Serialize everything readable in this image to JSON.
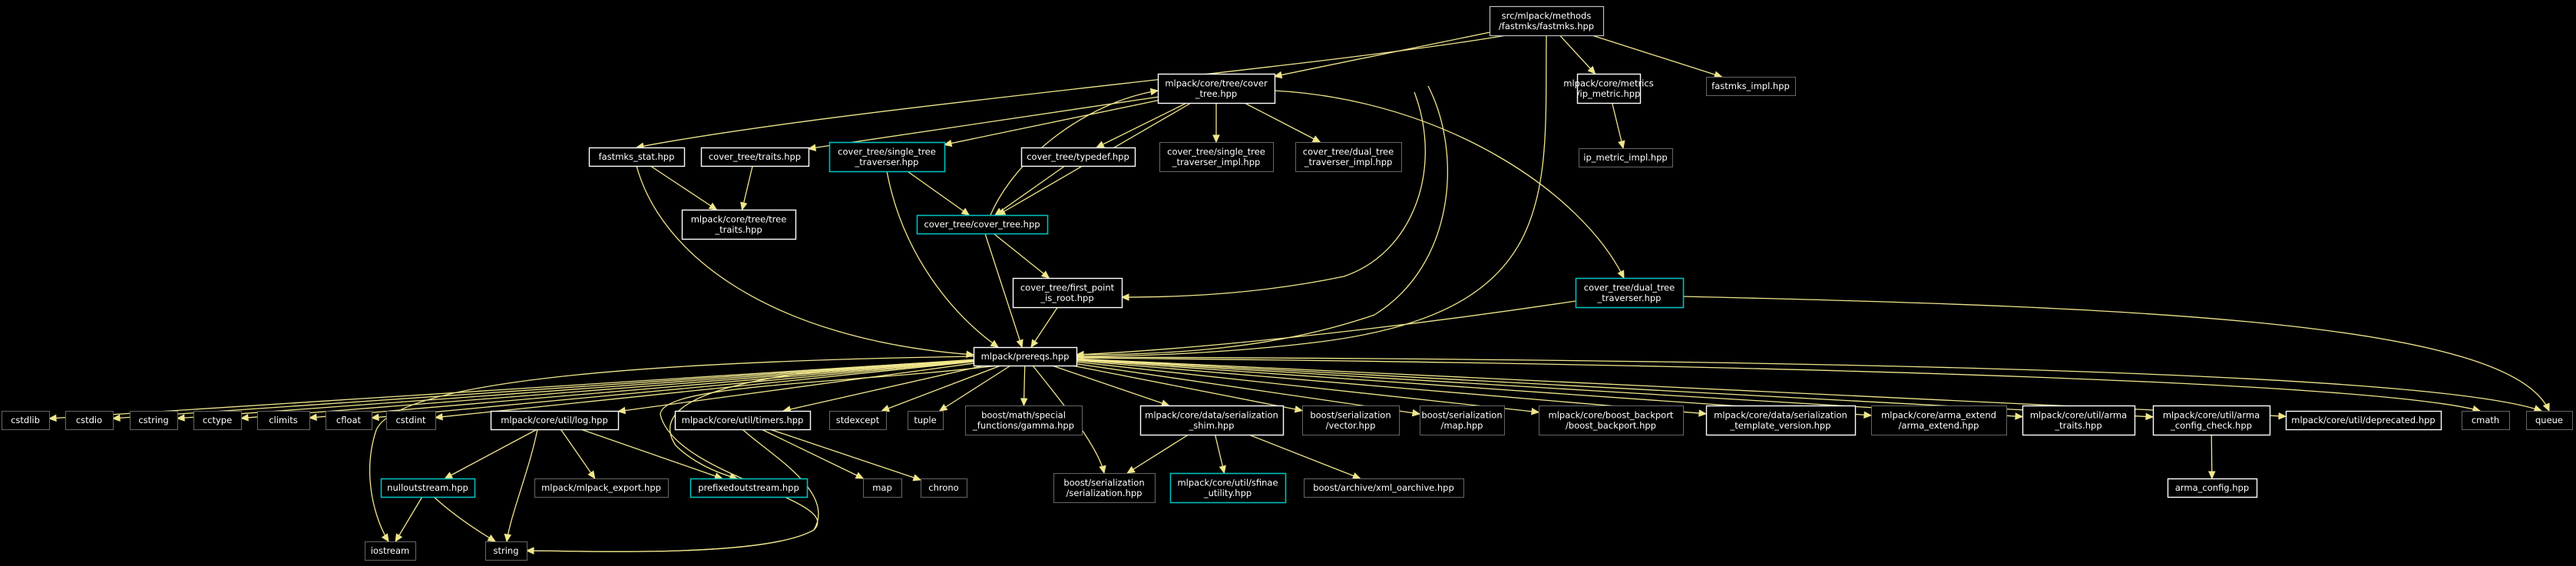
{
  "title": "src/mlpack/methods/fastmks/fastmks.hpp",
  "colors": {
    "background": "#000000",
    "edge": "#f0e68c",
    "root_fill": "#3c3c3c",
    "root_border": "#bfbfbf",
    "node_border": "#ffffff",
    "file_border": "#666666",
    "cyan_border": "#00bfbf",
    "text": "#ffffff"
  },
  "nodes": [
    {
      "id": "root",
      "lines": [
        "src/mlpack/methods",
        "/fastmks/fastmks.hpp"
      ],
      "style": "root",
      "interactable": false
    },
    {
      "id": "cover_tree",
      "lines": [
        "mlpack/core/tree/cover",
        "_tree.hpp"
      ],
      "style": "node",
      "interactable": true
    },
    {
      "id": "ip_metric",
      "lines": [
        "mlpack/core/metrics",
        "/ip_metric.hpp"
      ],
      "style": "node",
      "interactable": true
    },
    {
      "id": "fastmks_impl",
      "lines": [
        "fastmks_impl.hpp"
      ],
      "style": "file",
      "interactable": false
    },
    {
      "id": "fastmks_stat",
      "lines": [
        "fastmks_stat.hpp"
      ],
      "style": "node",
      "interactable": true
    },
    {
      "id": "traits",
      "lines": [
        "cover_tree/traits.hpp"
      ],
      "style": "node",
      "interactable": true
    },
    {
      "id": "single_trav",
      "lines": [
        "cover_tree/single_tree",
        "_traverser.hpp"
      ],
      "style": "cyan",
      "interactable": true
    },
    {
      "id": "typedef",
      "lines": [
        "cover_tree/typedef.hpp"
      ],
      "style": "node",
      "interactable": true
    },
    {
      "id": "single_impl",
      "lines": [
        "cover_tree/single_tree",
        "_traverser_impl.hpp"
      ],
      "style": "file",
      "interactable": false
    },
    {
      "id": "dual_impl",
      "lines": [
        "cover_tree/dual_tree",
        "_traverser_impl.hpp"
      ],
      "style": "file",
      "interactable": false
    },
    {
      "id": "ip_metric_impl",
      "lines": [
        "ip_metric_impl.hpp"
      ],
      "style": "file",
      "interactable": false
    },
    {
      "id": "tree_traits",
      "lines": [
        "mlpack/core/tree/tree",
        "_traits.hpp"
      ],
      "style": "node",
      "interactable": true
    },
    {
      "id": "cover_tree_hpp",
      "lines": [
        "cover_tree/cover_tree.hpp"
      ],
      "style": "cyan",
      "interactable": true
    },
    {
      "id": "first_point",
      "lines": [
        "cover_tree/first_point",
        "_is_root.hpp"
      ],
      "style": "node",
      "interactable": true
    },
    {
      "id": "dual_trav",
      "lines": [
        "cover_tree/dual_tree",
        "_traverser.hpp"
      ],
      "style": "cyan",
      "interactable": true
    },
    {
      "id": "prereqs",
      "lines": [
        "mlpack/prereqs.hpp"
      ],
      "style": "node",
      "interactable": true
    },
    {
      "id": "cstdlib",
      "lines": [
        "cstdlib"
      ],
      "style": "file",
      "interactable": false
    },
    {
      "id": "cstdio",
      "lines": [
        "cstdio"
      ],
      "style": "file",
      "interactable": false
    },
    {
      "id": "cstring",
      "lines": [
        "cstring"
      ],
      "style": "file",
      "interactable": false
    },
    {
      "id": "cctype",
      "lines": [
        "cctype"
      ],
      "style": "file",
      "interactable": false
    },
    {
      "id": "climits",
      "lines": [
        "climits"
      ],
      "style": "file",
      "interactable": false
    },
    {
      "id": "cfloat",
      "lines": [
        "cfloat"
      ],
      "style": "file",
      "interactable": false
    },
    {
      "id": "cstdint",
      "lines": [
        "cstdint"
      ],
      "style": "file",
      "interactable": false
    },
    {
      "id": "log",
      "lines": [
        "mlpack/core/util/log.hpp"
      ],
      "style": "node",
      "interactable": true
    },
    {
      "id": "timers",
      "lines": [
        "mlpack/core/util/timers.hpp"
      ],
      "style": "node",
      "interactable": true
    },
    {
      "id": "stdexcept",
      "lines": [
        "stdexcept"
      ],
      "style": "file",
      "interactable": false
    },
    {
      "id": "tuple",
      "lines": [
        "tuple"
      ],
      "style": "file",
      "interactable": false
    },
    {
      "id": "gamma",
      "lines": [
        "boost/math/special",
        "_functions/gamma.hpp"
      ],
      "style": "file",
      "interactable": false
    },
    {
      "id": "shim",
      "lines": [
        "mlpack/core/data/serialization",
        "_shim.hpp"
      ],
      "style": "node",
      "interactable": true
    },
    {
      "id": "bvector",
      "lines": [
        "boost/serialization",
        "/vector.hpp"
      ],
      "style": "file",
      "interactable": false
    },
    {
      "id": "bmap",
      "lines": [
        "boost/serialization",
        "/map.hpp"
      ],
      "style": "file",
      "interactable": false
    },
    {
      "id": "backport",
      "lines": [
        "mlpack/core/boost_backport",
        "/boost_backport.hpp"
      ],
      "style": "file",
      "interactable": false
    },
    {
      "id": "template_version",
      "lines": [
        "mlpack/core/data/serialization",
        "_template_version.hpp"
      ],
      "style": "node",
      "interactable": true
    },
    {
      "id": "arma_extend",
      "lines": [
        "mlpack/core/arma_extend",
        "/arma_extend.hpp"
      ],
      "style": "file",
      "interactable": false
    },
    {
      "id": "arma_traits",
      "lines": [
        "mlpack/core/util/arma",
        "_traits.hpp"
      ],
      "style": "node",
      "interactable": true
    },
    {
      "id": "arma_config_check",
      "lines": [
        "mlpack/core/util/arma",
        "_config_check.hpp"
      ],
      "style": "node",
      "interactable": true
    },
    {
      "id": "deprecated",
      "lines": [
        "mlpack/core/util/deprecated.hpp"
      ],
      "style": "node",
      "interactable": true
    },
    {
      "id": "cmath",
      "lines": [
        "cmath"
      ],
      "style": "file",
      "interactable": false
    },
    {
      "id": "queue",
      "lines": [
        "queue"
      ],
      "style": "file",
      "interactable": false
    },
    {
      "id": "nulloutstream",
      "lines": [
        "nulloutstream.hpp"
      ],
      "style": "cyan",
      "interactable": true
    },
    {
      "id": "mlpack_export",
      "lines": [
        "mlpack/mlpack_export.hpp"
      ],
      "style": "file",
      "interactable": false
    },
    {
      "id": "prefixedoutstream",
      "lines": [
        "prefixedoutstream.hpp"
      ],
      "style": "cyan",
      "interactable": true
    },
    {
      "id": "map",
      "lines": [
        "map"
      ],
      "style": "file",
      "interactable": false
    },
    {
      "id": "chrono",
      "lines": [
        "chrono"
      ],
      "style": "file",
      "interactable": false
    },
    {
      "id": "bserialization",
      "lines": [
        "boost/serialization",
        "/serialization.hpp"
      ],
      "style": "file",
      "interactable": false
    },
    {
      "id": "sfinae",
      "lines": [
        "mlpack/core/util/sfinae",
        "_utility.hpp"
      ],
      "style": "cyan",
      "interactable": true
    },
    {
      "id": "xml_oarchive",
      "lines": [
        "boost/archive/xml_oarchive.hpp"
      ],
      "style": "file",
      "interactable": false
    },
    {
      "id": "arma_config",
      "lines": [
        "arma_config.hpp"
      ],
      "style": "node",
      "interactable": true
    },
    {
      "id": "iostream",
      "lines": [
        "iostream"
      ],
      "style": "file",
      "interactable": false
    },
    {
      "id": "string",
      "lines": [
        "string"
      ],
      "style": "file",
      "interactable": false
    }
  ],
  "edges": [
    [
      "root",
      "cover_tree"
    ],
    [
      "root",
      "ip_metric"
    ],
    [
      "root",
      "fastmks_impl"
    ],
    [
      "root",
      "fastmks_stat"
    ],
    [
      "root",
      "prereqs"
    ],
    [
      "cover_tree",
      "traits"
    ],
    [
      "cover_tree",
      "single_trav"
    ],
    [
      "cover_tree",
      "typedef"
    ],
    [
      "cover_tree",
      "single_impl"
    ],
    [
      "cover_tree",
      "dual_impl"
    ],
    [
      "cover_tree",
      "cover_tree_hpp"
    ],
    [
      "cover_tree",
      "first_point"
    ],
    [
      "cover_tree",
      "dual_trav"
    ],
    [
      "cover_tree",
      "prereqs"
    ],
    [
      "ip_metric",
      "ip_metric_impl"
    ],
    [
      "fastmks_stat",
      "tree_traits"
    ],
    [
      "fastmks_stat",
      "prereqs"
    ],
    [
      "traits",
      "tree_traits"
    ],
    [
      "single_trav",
      "cover_tree_hpp"
    ],
    [
      "single_trav",
      "prereqs"
    ],
    [
      "typedef",
      "cover_tree_hpp"
    ],
    [
      "cover_tree_hpp",
      "cover_tree"
    ],
    [
      "cover_tree_hpp",
      "first_point"
    ],
    [
      "cover_tree_hpp",
      "prereqs"
    ],
    [
      "first_point",
      "prereqs"
    ],
    [
      "dual_trav",
      "prereqs"
    ],
    [
      "dual_trav",
      "queue"
    ],
    [
      "prereqs",
      "cstdlib"
    ],
    [
      "prereqs",
      "cstdio"
    ],
    [
      "prereqs",
      "cstring"
    ],
    [
      "prereqs",
      "cctype"
    ],
    [
      "prereqs",
      "climits"
    ],
    [
      "prereqs",
      "cfloat"
    ],
    [
      "prereqs",
      "cstdint"
    ],
    [
      "prereqs",
      "iostream"
    ],
    [
      "prereqs",
      "log"
    ],
    [
      "prereqs",
      "prefixedoutstream"
    ],
    [
      "prereqs",
      "timers"
    ],
    [
      "prereqs",
      "stdexcept"
    ],
    [
      "prereqs",
      "tuple"
    ],
    [
      "prereqs",
      "gamma"
    ],
    [
      "prereqs",
      "bserialization"
    ],
    [
      "prereqs",
      "shim"
    ],
    [
      "prereqs",
      "bvector"
    ],
    [
      "prereqs",
      "bmap"
    ],
    [
      "prereqs",
      "backport"
    ],
    [
      "prereqs",
      "template_version"
    ],
    [
      "prereqs",
      "arma_extend"
    ],
    [
      "prereqs",
      "arma_traits"
    ],
    [
      "prereqs",
      "arma_config_check"
    ],
    [
      "prereqs",
      "deprecated"
    ],
    [
      "prereqs",
      "cmath"
    ],
    [
      "prereqs",
      "queue"
    ],
    [
      "prereqs",
      "string"
    ],
    [
      "log",
      "nulloutstream"
    ],
    [
      "log",
      "mlpack_export"
    ],
    [
      "log",
      "prefixedoutstream"
    ],
    [
      "log",
      "string"
    ],
    [
      "nulloutstream",
      "iostream"
    ],
    [
      "nulloutstream",
      "string"
    ],
    [
      "timers",
      "map"
    ],
    [
      "timers",
      "chrono"
    ],
    [
      "timers",
      "string"
    ],
    [
      "shim",
      "bserialization"
    ],
    [
      "shim",
      "sfinae"
    ],
    [
      "shim",
      "xml_oarchive"
    ],
    [
      "arma_config_check",
      "arma_config"
    ]
  ]
}
